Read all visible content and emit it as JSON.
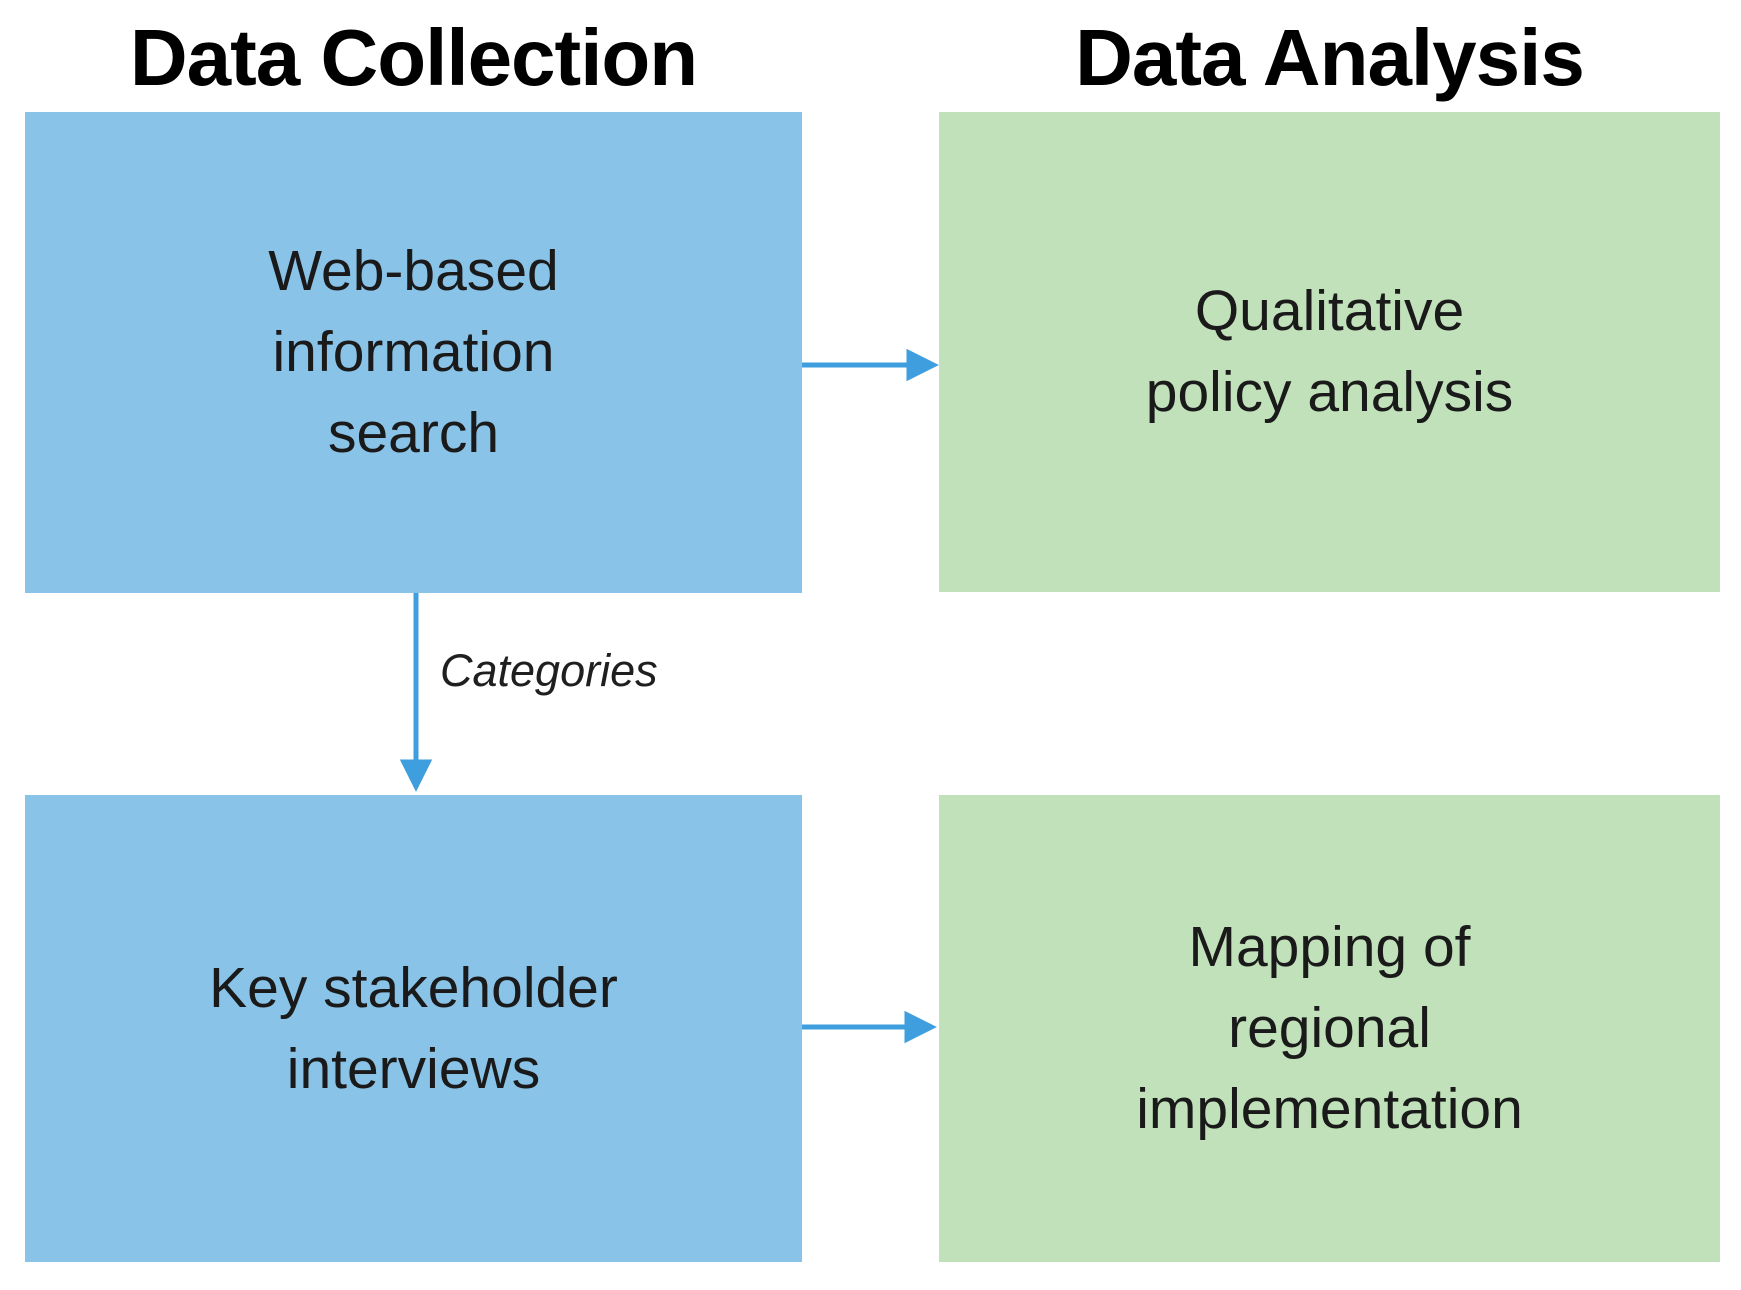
{
  "diagram": {
    "columns": [
      {
        "title": "Data Collection"
      },
      {
        "title": "Data Analysis"
      }
    ],
    "boxes": [
      {
        "id": "web-search",
        "column": "Data Collection",
        "label": "Web-based information search",
        "lines": [
          "Web-based",
          "information",
          "search"
        ],
        "fill": "#8AC3E8"
      },
      {
        "id": "qualitative-policy-analysis",
        "column": "Data Analysis",
        "label": "Qualitative policy analysis",
        "lines": [
          "Qualitative",
          "policy analysis"
        ],
        "fill": "#C1E1BA"
      },
      {
        "id": "key-stakeholder-interviews",
        "column": "Data Collection",
        "label": "Key stakeholder interviews",
        "lines": [
          "Key stakeholder",
          "interviews"
        ],
        "fill": "#8AC3E8"
      },
      {
        "id": "mapping-regional-implementation",
        "column": "Data Analysis",
        "label": "Mapping of regional implementation",
        "lines": [
          "Mapping of",
          "regional",
          "implementation"
        ],
        "fill": "#C1E1BA"
      }
    ],
    "arrows": [
      {
        "from": "web-search",
        "to": "qualitative-policy-analysis",
        "direction": "right",
        "label": ""
      },
      {
        "from": "web-search",
        "to": "key-stakeholder-interviews",
        "direction": "down",
        "label": "Categories"
      },
      {
        "from": "key-stakeholder-interviews",
        "to": "mapping-regional-implementation",
        "direction": "right",
        "label": ""
      }
    ],
    "colors": {
      "box_blue": "#8AC3E8",
      "box_green": "#C1E1BA",
      "arrow": "#3E9EDE",
      "box_text": "#1A1A1A",
      "title_text": "#000000",
      "background": "#FFFFFF"
    }
  }
}
